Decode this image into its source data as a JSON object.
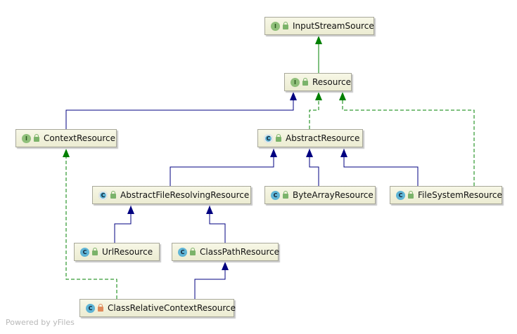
{
  "nodes": {
    "input_stream_source": "InputStreamSource",
    "resource": "Resource",
    "context_resource": "ContextResource",
    "abstract_resource": "AbstractResource",
    "abstract_file_resolving_resource": "AbstractFileResolvingResource",
    "byte_array_resource": "ByteArrayResource",
    "file_system_resource": "FileSystemResource",
    "url_resource": "UrlResource",
    "class_path_resource": "ClassPathResource",
    "class_relative_context_resource": "ClassRelativeContextResource"
  },
  "icons": {
    "interface": "I",
    "class": "C"
  },
  "colors": {
    "extends": "#000080",
    "implements": "#008000"
  },
  "footer": "Powered by yFiles"
}
